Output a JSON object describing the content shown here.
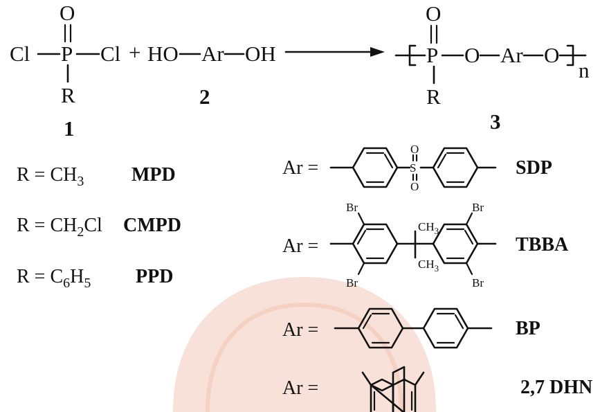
{
  "reaction": {
    "reagent1": {
      "left": "Cl",
      "center": "P",
      "right": "Cl",
      "top": "O",
      "bottom": "R",
      "number": "1"
    },
    "plus": "+",
    "reagent2": {
      "left": "HO",
      "center": "Ar",
      "right": "OH",
      "number": "2"
    },
    "product": {
      "p": "P",
      "top": "O",
      "bottom": "R",
      "o1": "O",
      "ar": "Ar",
      "o2": "O",
      "subscript": "n",
      "number": "3"
    }
  },
  "substituents": [
    {
      "prefix": "R = CH",
      "sub": "3",
      "suffix": "",
      "code": "MPD"
    },
    {
      "prefix": "R = CH",
      "sub": "2",
      "suffix": "Cl",
      "code": "CMPD"
    },
    {
      "prefix": "R = C",
      "sub": "6",
      "suffix": "H",
      "sub2": "5",
      "code": "PPD"
    }
  ],
  "aryl_groups": [
    {
      "label": "Ar =",
      "code": "SDP",
      "atoms": {
        "s": "S",
        "o_top": "O",
        "o_bottom": "O"
      }
    },
    {
      "label": "Ar =",
      "code": "TBBA",
      "atoms": {
        "br1": "Br",
        "br2": "Br",
        "br3": "Br",
        "br4": "Br",
        "me_top": "CH",
        "me_top_sub": "3",
        "me_bottom": "CH",
        "me_bottom_sub": "3"
      }
    },
    {
      "label": "Ar =",
      "code": "BP"
    },
    {
      "label": "Ar =",
      "code": "2,7 DHN"
    }
  ]
}
